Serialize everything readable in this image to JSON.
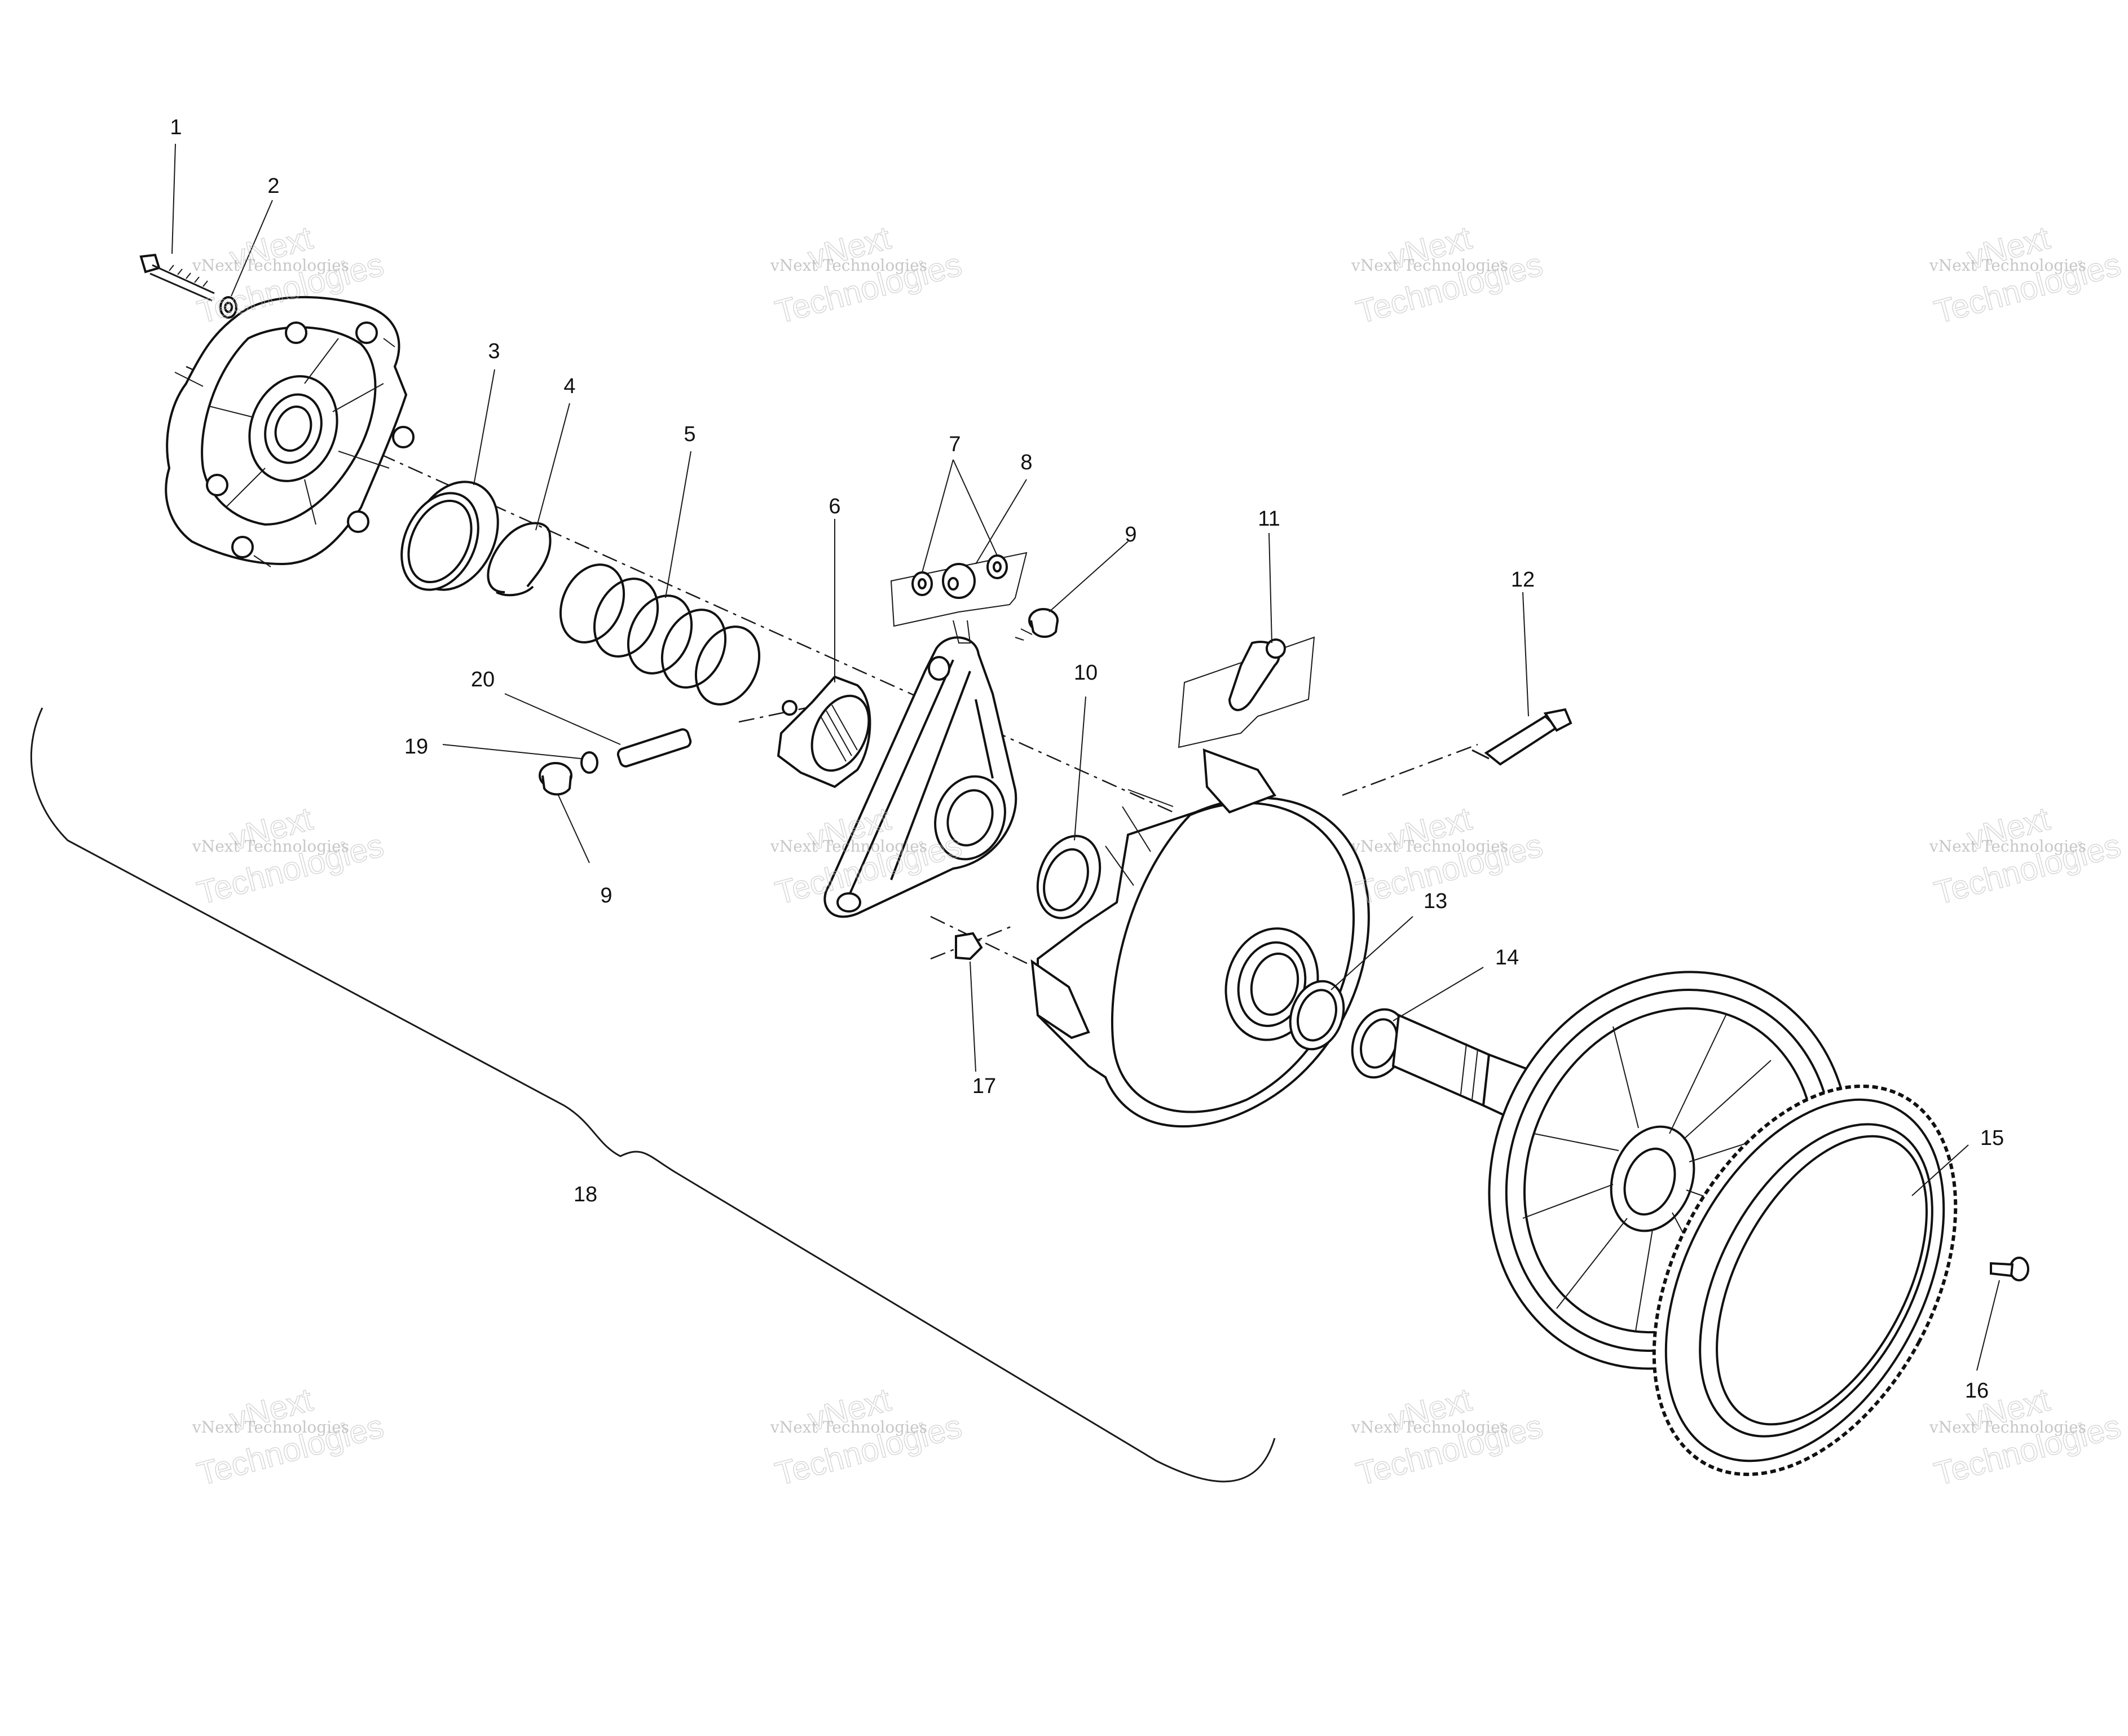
{
  "callouts": {
    "c1": "1",
    "c2": "2",
    "c3": "3",
    "c4": "4",
    "c5": "5",
    "c6": "6",
    "c7": "7",
    "c8": "8",
    "c9a": "9",
    "c9b": "9",
    "c10": "10",
    "c11": "11",
    "c12": "12",
    "c13": "13",
    "c14": "14",
    "c15": "15",
    "c16": "16",
    "c17": "17",
    "c18": "18",
    "c19": "19",
    "c20": "20"
  },
  "watermark": {
    "line1": "vNext",
    "line2": "vNext Technologies",
    "line3": "Technologies"
  }
}
